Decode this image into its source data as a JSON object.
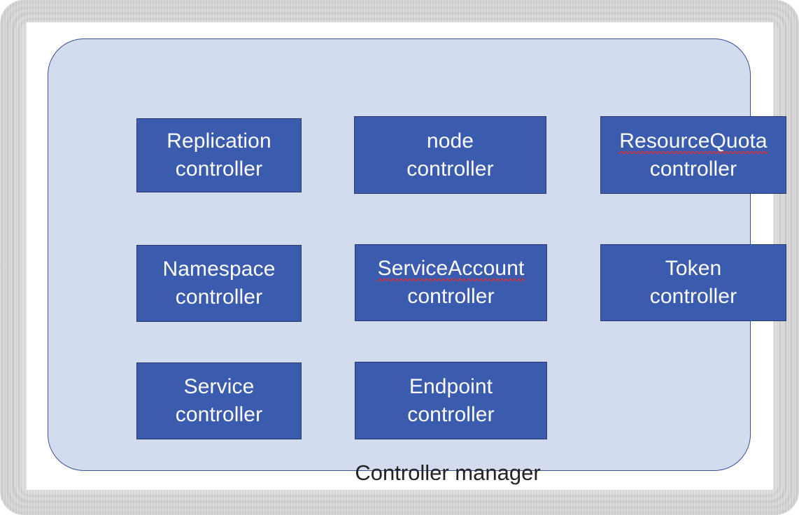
{
  "diagram": {
    "title": "Controller manager",
    "caption": "Controller manager",
    "colors": {
      "frame": "#d2d2d2",
      "canvas": "#ffffff",
      "panel_fill": "#d3dcef",
      "panel_border": "#3b4f93",
      "box_fill": "#3b5bae",
      "box_border": "#2b3c6b",
      "box_text": "#ffffff",
      "caption_text": "#232323",
      "spellcheck_underline": "#e03030"
    },
    "boxes": [
      {
        "id": "replication",
        "line1": "Replication",
        "line2": "controller",
        "spellcheck": false
      },
      {
        "id": "node",
        "line1": "node",
        "line2": "controller",
        "spellcheck": false
      },
      {
        "id": "resourcequota",
        "line1": "ResourceQuota",
        "line2": "controller",
        "spellcheck": true
      },
      {
        "id": "namespace",
        "line1": "Namespace",
        "line2": "controller",
        "spellcheck": false
      },
      {
        "id": "serviceaccount",
        "line1": "ServiceAccount",
        "line2": "controller",
        "spellcheck": true
      },
      {
        "id": "token",
        "line1": "Token",
        "line2": "controller",
        "spellcheck": false
      },
      {
        "id": "service",
        "line1": "Service",
        "line2": "controller",
        "spellcheck": false
      },
      {
        "id": "endpoint",
        "line1": "Endpoint",
        "line2": "controller",
        "spellcheck": false
      }
    ]
  }
}
